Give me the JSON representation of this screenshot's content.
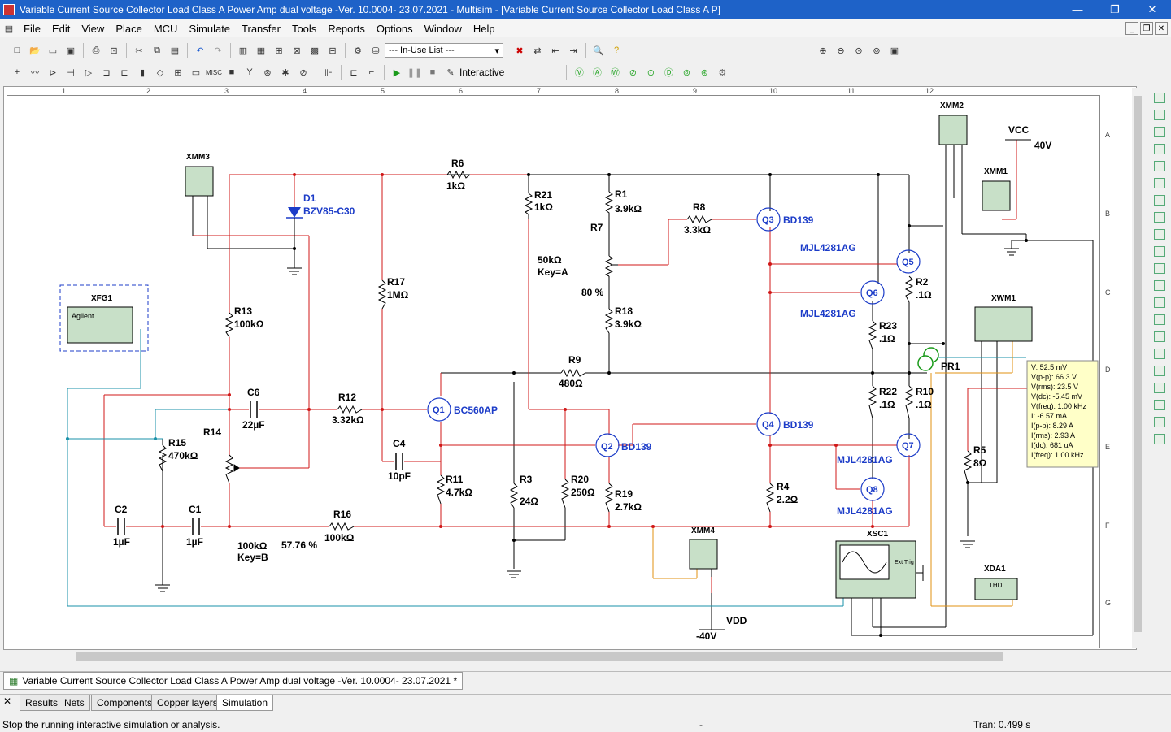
{
  "window": {
    "title": "Variable Current Source Collector Load Class A Power Amp dual voltage -Ver. 10.0004- 23.07.2021 - Multisim - [Variable Current Source Collector Load Class A P]",
    "minimize": "—",
    "maximize": "❐",
    "close": "✕"
  },
  "menu": [
    "File",
    "Edit",
    "View",
    "Place",
    "MCU",
    "Simulate",
    "Transfer",
    "Tools",
    "Reports",
    "Options",
    "Window",
    "Help"
  ],
  "toolbar": {
    "inuse_list": "--- In-Use List ---",
    "interactive_label": "Interactive"
  },
  "rulers": {
    "top": [
      "1",
      "2",
      "3",
      "4",
      "5",
      "6",
      "7",
      "8",
      "9",
      "10",
      "11",
      "12"
    ],
    "right": [
      "A",
      "B",
      "C",
      "D",
      "E",
      "F",
      "G"
    ]
  },
  "schematic": {
    "instruments": {
      "xmm3": "XMM3",
      "xmm2": "XMM2",
      "xmm1": "XMM1",
      "xmm4": "XMM4",
      "xfg1": "XFG1",
      "xfg1_brand": "Agilent",
      "xwm1": "XWM1",
      "xsc1": "XSC1",
      "xsc1_ext": "Ext Trig",
      "xda1": "XDA1",
      "xda1_label": "THD",
      "pr1": "PR1"
    },
    "sources": {
      "vcc": "VCC",
      "vcc_value": "40V",
      "vdd": "VDD",
      "vdd_value": "-40V"
    },
    "labels": {
      "d1": "D1",
      "d1_part": "BZV85-C30",
      "r6": "R6",
      "r6_v": "1kΩ",
      "r21": "R21",
      "r21_v": "1kΩ",
      "r1": "R1",
      "r1_v": "3.9kΩ",
      "r7": "R7",
      "r7_v1": "50kΩ",
      "r7_v2": "Key=A",
      "r7_pct": "80 %",
      "r8": "R8",
      "r8_v": "3.3kΩ",
      "q3": "Q3",
      "q3_part": "BD139",
      "q5part": "MJL4281AG",
      "q5": "Q5",
      "r2": "R2",
      "r2_v": ".1Ω",
      "q6": "Q6",
      "q6_part": "MJL4281AG",
      "r17": "R17",
      "r17_v": "1MΩ",
      "r13": "R13",
      "r13_v": "100kΩ",
      "r18": "R18",
      "r18_v": "3.9kΩ",
      "r23": "R23",
      "r23_v": ".1Ω",
      "r9": "R9",
      "r9_v": "480Ω",
      "c6": "C6",
      "c6_v": "22µF",
      "r12": "R12",
      "r12_v": "3.32kΩ",
      "q1": "Q1",
      "q1_part": "BC560AP",
      "r22": "R22",
      "r22_v": ".1Ω",
      "r10": "R10",
      "r10_v": ".1Ω",
      "r14": "R14",
      "r14_v1": "100kΩ",
      "r14_v2": "Key=B",
      "r14_pct": "57.76 %",
      "r15": "R15",
      "r15_v": "470kΩ",
      "c4": "C4",
      "c4_v": "10pF",
      "q2": "Q2",
      "q2_part": "BD139",
      "q4": "Q4",
      "q4_part": "BD139",
      "q7": "Q7",
      "q7_part": "MJL4281AG",
      "r5": "R5",
      "r5_v": "8Ω",
      "r11": "R11",
      "r11_v": "4.7kΩ",
      "r3": "R3",
      "r3_v": "24Ω",
      "r20": "R20",
      "r20_v": "250Ω",
      "r19": "R19",
      "r19_v": "2.7kΩ",
      "r4": "R4",
      "r4_v": "2.2Ω",
      "q8": "Q8",
      "q8_part": "MJL4281AG",
      "c2": "C2",
      "c2_v": "1µF",
      "c1": "C1",
      "c1_v": "1µF",
      "r16": "R16",
      "r16_v": "100kΩ"
    },
    "probe": [
      "V: 52.5 mV",
      "V(p-p): 66.3 V",
      "V(rms): 23.5 V",
      "V(dc): -5.45 mV",
      "V(freq): 1.00 kHz",
      "I: -6.57 mA",
      "I(p-p): 8.29 A",
      "I(rms): 2.93 A",
      "I(dc): 681 uA",
      "I(freq): 1.00 kHz"
    ]
  },
  "doc_tab": "Variable Current Source Collector Load Class A Power Amp dual voltage -Ver. 10.0004- 23.07.2021 *",
  "bottom_tabs": [
    "Results",
    "Nets",
    "Components",
    "Copper layers",
    "Simulation"
  ],
  "status": {
    "message": "Stop the running interactive simulation or analysis.",
    "middle": "-",
    "tran": "Tran: 0.499 s"
  },
  "colors": {
    "wire_red": "#d01818",
    "wire_black": "#000000",
    "wire_teal": "#1890a8",
    "wire_orange": "#e09010",
    "part_blue": "#1c3cc8",
    "instrument_fill": "#c8e0c8",
    "probe_bg": "#ffffc8",
    "title_bar": "#1e62c8"
  }
}
